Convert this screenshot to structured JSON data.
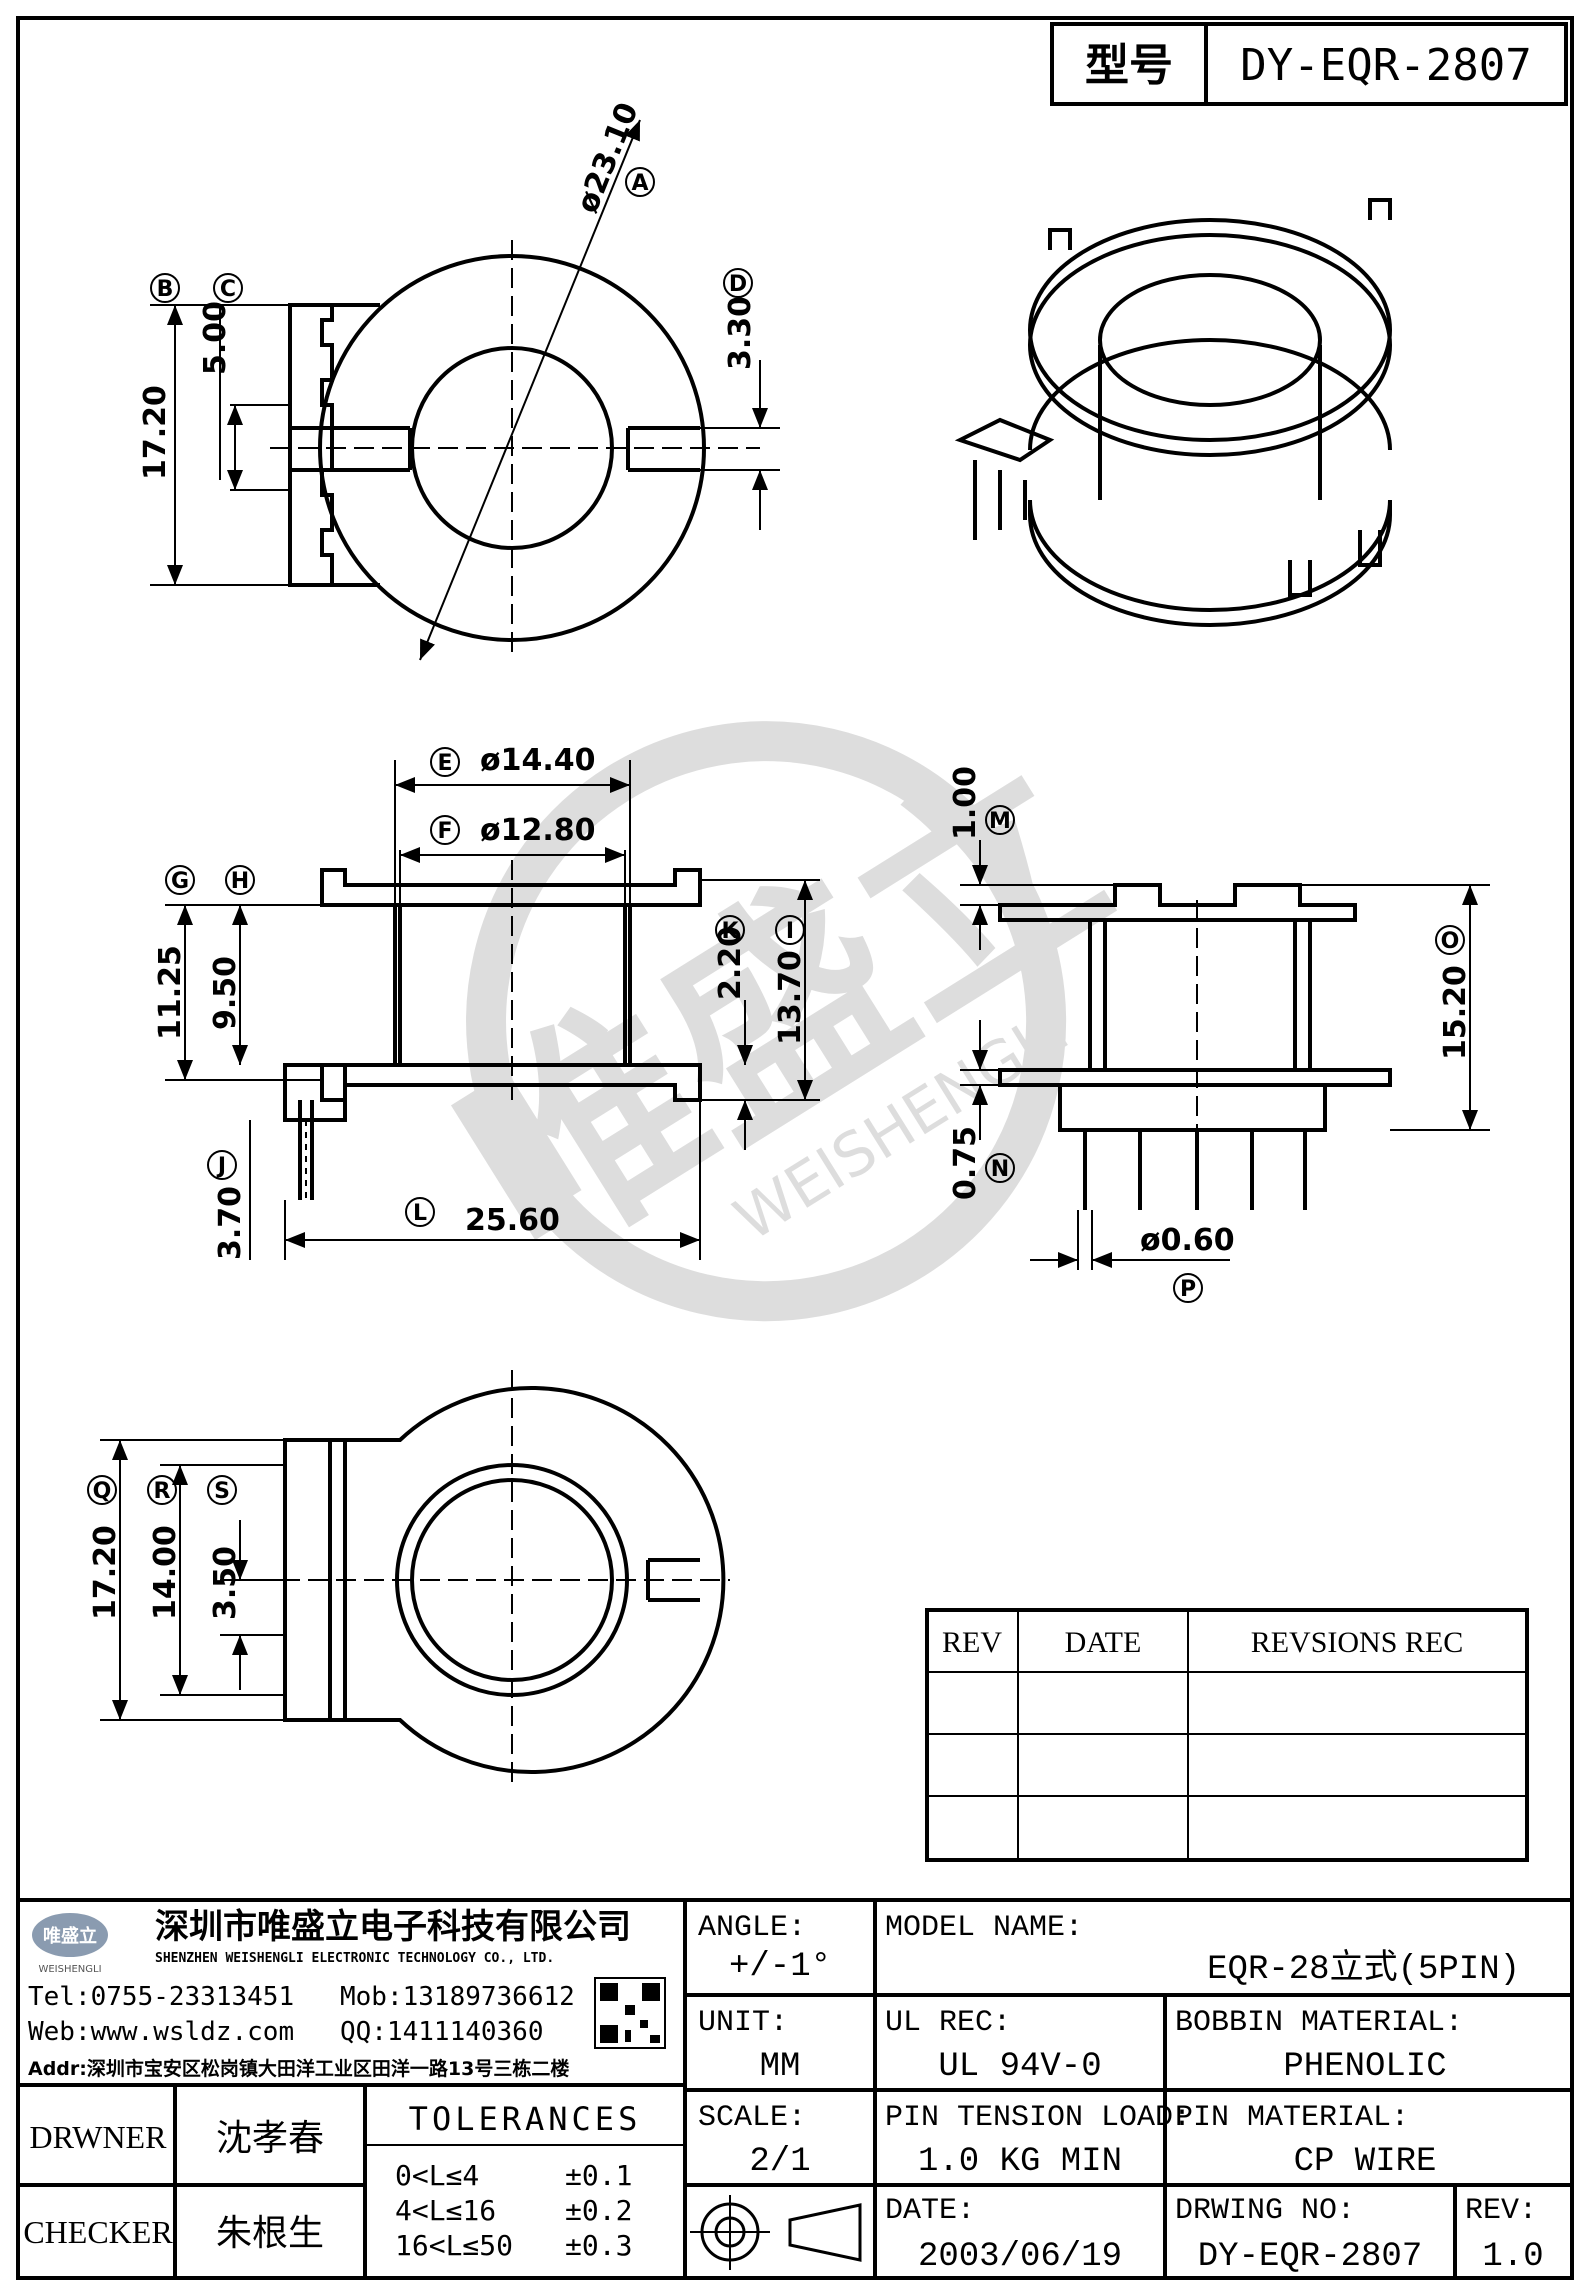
{
  "header": {
    "model_label": "型号",
    "model_no": "DY-EQR-2807"
  },
  "dimensions": {
    "a": "ø23.10",
    "b_height": "17.20",
    "c_slot": "5.00",
    "d_slot": "3.30",
    "e": "ø14.40",
    "f": "ø12.80",
    "g_h": "11.25",
    "h": "9.50",
    "k": "2.20",
    "i": "13.70",
    "j": "3.70",
    "l": "25.60",
    "m": "1.00",
    "o": "15.20",
    "n": "0.75",
    "p": "ø0.60",
    "q": "17.20",
    "r": "14.00",
    "s": "3.50"
  },
  "callouts": [
    "A",
    "B",
    "C",
    "D",
    "E",
    "F",
    "G",
    "H",
    "I",
    "J",
    "K",
    "L",
    "M",
    "N",
    "O",
    "P",
    "Q",
    "R",
    "S"
  ],
  "watermark": {
    "text": "唯盛立",
    "sub": "WEISHENGLI"
  },
  "revisions": {
    "col_rev": "REV",
    "col_date": "DATE",
    "col_rec": "REVSIONS REC"
  },
  "company": {
    "logo_text": "唯盛立",
    "logo_sub": "WEISHENGLI",
    "name_cn": "深圳市唯盛立电子科技有限公司",
    "name_en": "SHENZHEN WEISHENGLI ELECTRONIC TECHNOLOGY CO., LTD.",
    "tel": "Tel:0755-23313451",
    "mob": "Mob:13189736612",
    "web": "Web:www.wsldz.com",
    "qq": "QQ:1411140360",
    "addr": "Addr:深圳市宝安区松岗镇大田洋工业区田洋一路13号三栋二楼"
  },
  "titleblock": {
    "angle_label": "ANGLE:",
    "angle_value": "+/-1°",
    "model_name_label": "MODEL NAME:",
    "model_name_value": "EQR-28立式(5PIN)",
    "unit_label": "UNIT:",
    "unit_value": "MM",
    "ul_label": "UL REC:",
    "ul_value": "UL 94V-0",
    "bobbin_label": "BOBBIN MATERIAL:",
    "bobbin_value": "PHENOLIC",
    "drawer_label": "DRWNER",
    "drawer_value": "沈孝春",
    "tol_label": "TOLERANCES",
    "tol_rows": [
      {
        "range": "0<L≤4",
        "tol": "±0.1"
      },
      {
        "range": "4<L≤16",
        "tol": "±0.2"
      },
      {
        "range": "16<L≤50",
        "tol": "±0.3"
      }
    ],
    "scale_label": "SCALE:",
    "scale_value": "2/1",
    "pin_tension_label": "PIN TENSION LOAD:",
    "pin_tension_value": "1.0 KG MIN",
    "pin_material_label": "PIN MATERIAL:",
    "pin_material_value": "CP WIRE",
    "checker_label": "CHECKER",
    "checker_value": "朱根生",
    "date_label": "DATE:",
    "date_value": "2003/06/19",
    "drwing_label": "DRWING NO:",
    "drwing_value": "DY-EQR-2807",
    "rev_label": "REV:",
    "rev_value": "1.0"
  }
}
